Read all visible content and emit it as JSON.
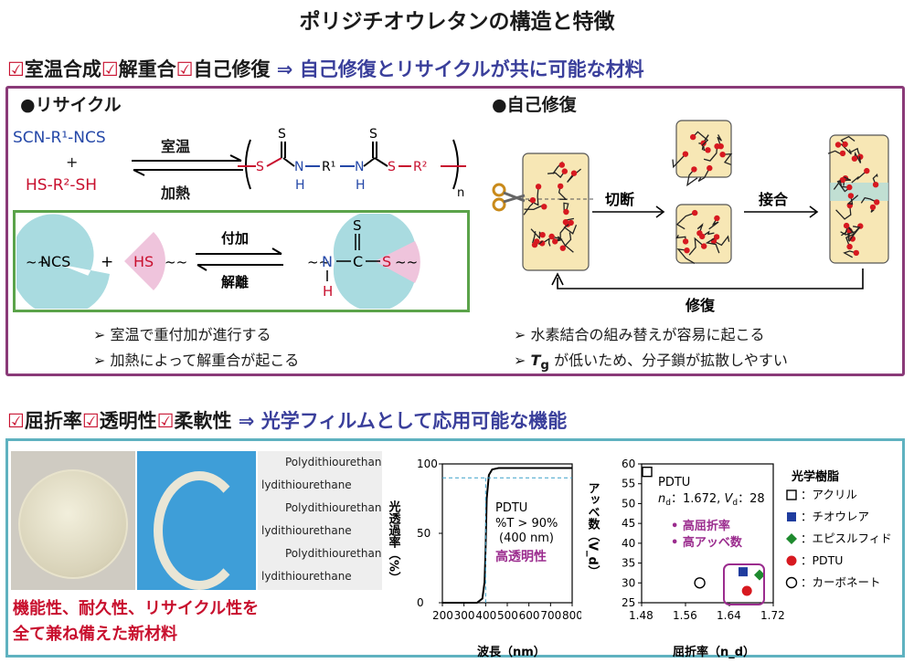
{
  "title": "ポリジチオウレタンの構造と特徴",
  "header1": {
    "c1": "室温合成",
    "c2": "解重合",
    "c3": "自己修復",
    "arrow": "⇒",
    "result": "自己修復とリサイクルが共に可能な材料"
  },
  "recycle": {
    "heading": "●リサイクル",
    "mono1": "SCN-R¹-NCS",
    "plus": "+",
    "mono2": "HS-R²-SH",
    "forward": "室温",
    "backward": "加熱",
    "polymer": {
      "S": "S",
      "NH": "N",
      "H": "H",
      "R1": "R¹",
      "R2": "R²",
      "n": "n"
    },
    "reaction": {
      "ncs": "NCS",
      "plus": "+",
      "hs": "HS",
      "forward": "付加",
      "backward": "解離",
      "N": "N",
      "C": "C",
      "S": "S",
      "S_top": "S",
      "H": "H"
    },
    "bullets": [
      "室温で重付加が進行する",
      "加熱によって解重合が起こる"
    ]
  },
  "heal": {
    "heading": "●自己修復",
    "cut": "切断",
    "join": "接合",
    "repair": "修復",
    "bullets": [
      "水素結合の組み替えが容易に起こる",
      "が低いため、分子鎖が拡散しやすい"
    ],
    "tg": "T",
    "tg_sub": "g"
  },
  "header2": {
    "c1": "屈折率",
    "c2": "透明性",
    "c3": "柔軟性",
    "arrow": "⇒",
    "result": "光学フィルムとして応用可能な機能"
  },
  "photos": {
    "label_lines": [
      "Polydithiourethane",
      "lydithiourethane",
      "Polydithiourethane",
      "lydithiourethane",
      "Polydithiourethane",
      "lydithiourethane"
    ]
  },
  "caption": [
    "機能性、耐久性、リサイクル性を",
    "全て兼ね備えた新材料"
  ],
  "chart_data": [
    {
      "type": "line",
      "ylabel": "光透過率（%）",
      "xlabel": "波長（nm）",
      "xlim": [
        200,
        800
      ],
      "ylim": [
        0,
        100
      ],
      "xticks": [
        200,
        300,
        400,
        500,
        600,
        700,
        800
      ],
      "yticks": [
        0,
        50,
        100
      ],
      "x": [
        200,
        300,
        360,
        385,
        395,
        400,
        405,
        415,
        430,
        460,
        500,
        600,
        700,
        800
      ],
      "y": [
        0,
        0,
        0,
        3,
        15,
        40,
        75,
        92,
        96,
        97,
        97,
        97,
        97,
        97
      ],
      "annotation": [
        "PDTU",
        "%T > 90%",
        "(400 nm)"
      ],
      "highlight": "高透明性",
      "refline_y": 90,
      "refline_x": 400
    },
    {
      "type": "scatter",
      "ylabel": "アッベ数（V_d）",
      "xlabel": "屈折率（n_d）",
      "xlim": [
        1.48,
        1.72
      ],
      "ylim": [
        25,
        60
      ],
      "xticks": [
        "1.48",
        "1.56",
        "1.64",
        "1.72"
      ],
      "yticks": [
        25,
        30,
        35,
        40,
        45,
        50,
        55,
        60
      ],
      "series": [
        {
          "name": "：アクリル",
          "marker": "open-square",
          "color": "#000000",
          "points": [
            [
              1.49,
              58
            ]
          ]
        },
        {
          "name": "：チオウレア",
          "marker": "filled-square",
          "color": "#1f3c9e",
          "points": [
            [
              1.665,
              32.8
            ]
          ]
        },
        {
          "name": "：エピスルフィド",
          "marker": "diamond",
          "color": "#1e8a2e",
          "points": [
            [
              1.695,
              32
            ]
          ]
        },
        {
          "name": "：PDTU",
          "marker": "filled-circle",
          "color": "#d71920",
          "points": [
            [
              1.672,
              28
            ]
          ]
        },
        {
          "name": "：カーボネート",
          "marker": "open-circle",
          "color": "#000000",
          "points": [
            [
              1.586,
              30
            ]
          ]
        }
      ],
      "annotation": {
        "name": "PDTU",
        "nd_label": "n",
        "nd_sub": "d",
        "nd_val": "：1.672, ",
        "vd_label": "V",
        "vd_sub": "d",
        "vd_val": "：28"
      },
      "highlights": [
        "• 高屈折率",
        "• 高アッベ数"
      ],
      "legend_title": "光学樹脂"
    }
  ],
  "colors": {
    "purple_border": "#8a3a78",
    "cyan_border": "#5fb2c0",
    "green_border": "#5ba34a",
    "red": "#c8102e",
    "blue": "#2548a8",
    "purple": "#9b2c8e"
  }
}
